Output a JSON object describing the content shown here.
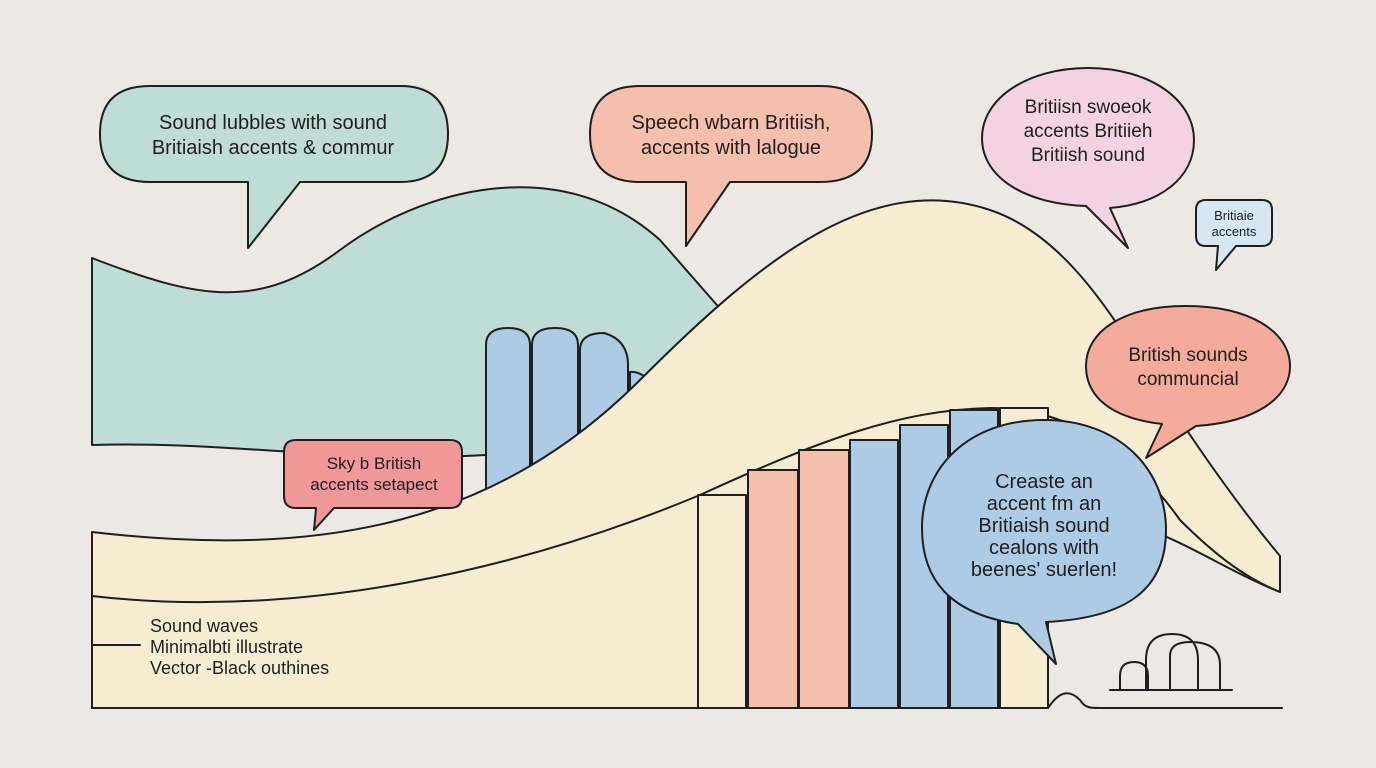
{
  "colors": {
    "background": "#ece8e3",
    "outline": "#1f1f1f",
    "teal": "#bfdcd5",
    "cream": "#f5ecd2",
    "blue": "#aecbe5",
    "salmon": "#f5bfad",
    "pink": "#f3d3df",
    "coral": "#f4ab9b",
    "red_pink": "#f0979a"
  },
  "bubbles": [
    {
      "id": "teal",
      "lines": [
        "Sound lubbles with sound",
        "Britiaish accents & commur"
      ]
    },
    {
      "id": "peach",
      "lines": [
        "Speech wbarn Britiish,",
        "accents with lalogue"
      ]
    },
    {
      "id": "pink",
      "lines": [
        "Britiisn swoeok",
        "accents Britiieh",
        "Britiish sound"
      ]
    },
    {
      "id": "small-blue",
      "lines": [
        "Britiaie",
        "accents"
      ]
    },
    {
      "id": "coral",
      "lines": [
        "British sounds",
        "communcial"
      ]
    },
    {
      "id": "red",
      "lines": [
        "Sky b British",
        "accents setapect"
      ]
    },
    {
      "id": "big-blue",
      "lines": [
        "Creaste an",
        "accent fm an",
        "Britiaish sound",
        "cealons with",
        "beenes' suerlen!"
      ]
    }
  ],
  "legend": [
    "Sound waves",
    "Minimalbti illustrate",
    "Vector -Black outhines"
  ],
  "icons": [
    "arches-icon"
  ]
}
